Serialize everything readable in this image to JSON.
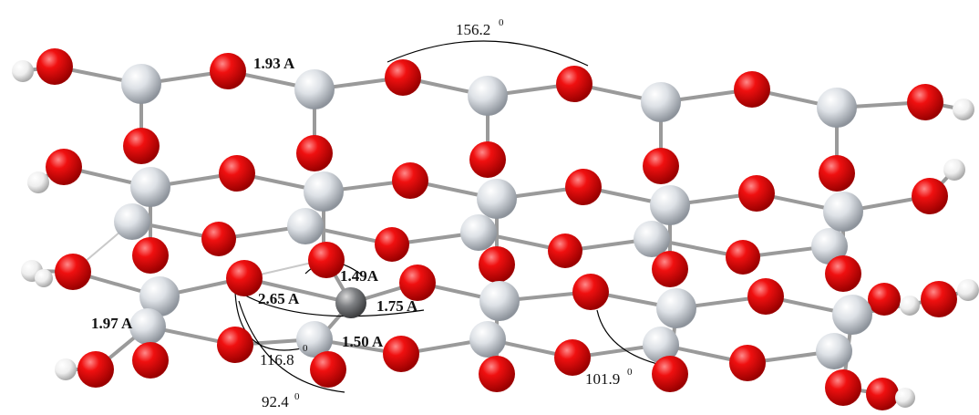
{
  "figure": {
    "bond_labels": {
      "top_si_o": "1.93 A",
      "left_si_o": "1.97 A",
      "dopant_bond_a": "1.49A",
      "dopant_bond_b": "2.65 A",
      "dopant_bond_c": "1.75 A",
      "dopant_bond_d": "1.50 A"
    },
    "angle_labels": {
      "top_angle": "156.2",
      "left_angle_a": "116.8",
      "left_angle_b": "92.4",
      "right_angle": "101.9",
      "degree_mark": "0"
    },
    "atom_colors": {
      "oxygen": "#e00000",
      "silicon": "#d7dce2",
      "hydrogen": "#f2f2f2",
      "dopant": "#7d7f82"
    },
    "atom_types": [
      "oxygen",
      "silicon",
      "hydrogen",
      "dopant"
    ]
  }
}
